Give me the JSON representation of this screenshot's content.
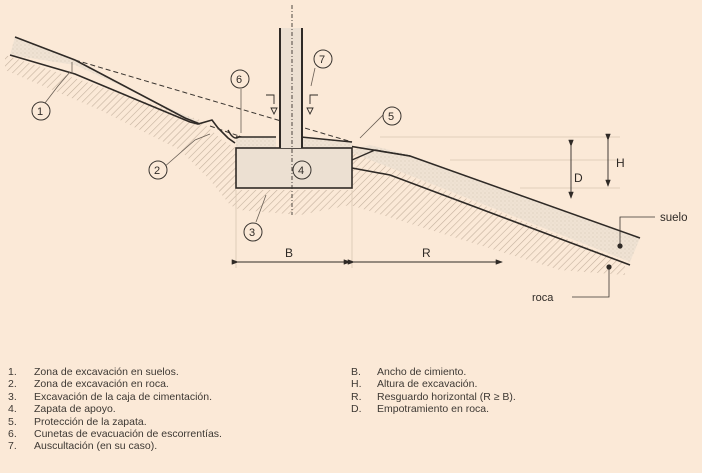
{
  "diagram": {
    "callouts": [
      {
        "id": "1",
        "label": "1"
      },
      {
        "id": "2",
        "label": "2"
      },
      {
        "id": "3",
        "label": "3"
      },
      {
        "id": "4",
        "label": "4"
      },
      {
        "id": "5",
        "label": "5"
      },
      {
        "id": "6",
        "label": "6"
      },
      {
        "id": "7",
        "label": "7"
      }
    ],
    "dimensions": {
      "B": "B",
      "R": "R",
      "H": "H",
      "D": "D"
    },
    "materials": {
      "soil": "suelo",
      "rock": "roca"
    },
    "colors": {
      "background": "#fbe9d7",
      "line": "#2f2a26",
      "hatch": "#c9b8a6",
      "concrete_fill": "#ece0d2",
      "soil_fill": "#efe3d5"
    }
  },
  "legend": {
    "numbered": [
      {
        "key": "1.",
        "text": "Zona de excavación en suelos."
      },
      {
        "key": "2.",
        "text": "Zona de excavación en roca."
      },
      {
        "key": "3.",
        "text": "Excavación de la caja de cimentación."
      },
      {
        "key": "4.",
        "text": "Zapata de apoyo."
      },
      {
        "key": "5.",
        "text": "Protección de la zapata."
      },
      {
        "key": "6.",
        "text": "Cunetas de evacuación de escorrentías."
      },
      {
        "key": "7.",
        "text": "Auscultación (en su caso)."
      }
    ],
    "lettered": [
      {
        "key": "B.",
        "text": "Ancho de cimiento."
      },
      {
        "key": "H.",
        "text": "Altura de excavación."
      },
      {
        "key": "R.",
        "text": "Resguardo horizontal (R ≥ B)."
      },
      {
        "key": "D.",
        "text": "Empotramiento en roca."
      }
    ]
  }
}
